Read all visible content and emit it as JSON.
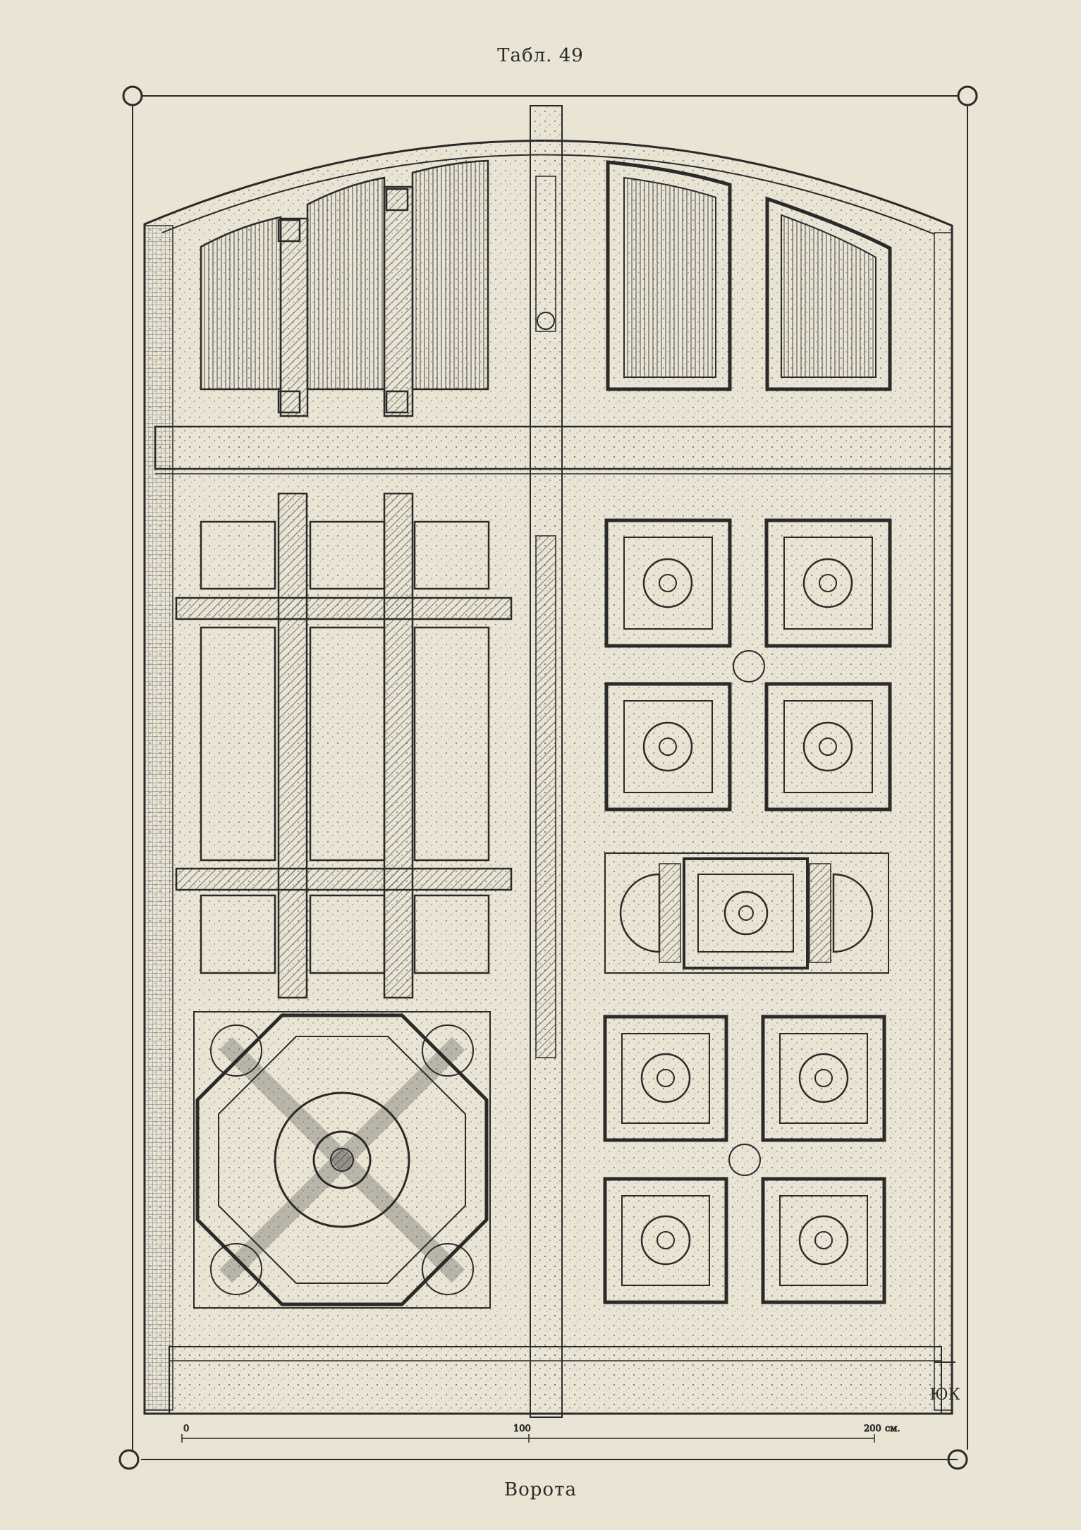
{
  "plate": {
    "title": "Табл. 49"
  },
  "caption": "Ворота",
  "scale": {
    "ticks": [
      "0",
      "100",
      "200"
    ],
    "unit": "см."
  },
  "monogram": "ЮК",
  "colors": {
    "paper": "#e9e4d3",
    "ink": "#2a2a2a"
  }
}
